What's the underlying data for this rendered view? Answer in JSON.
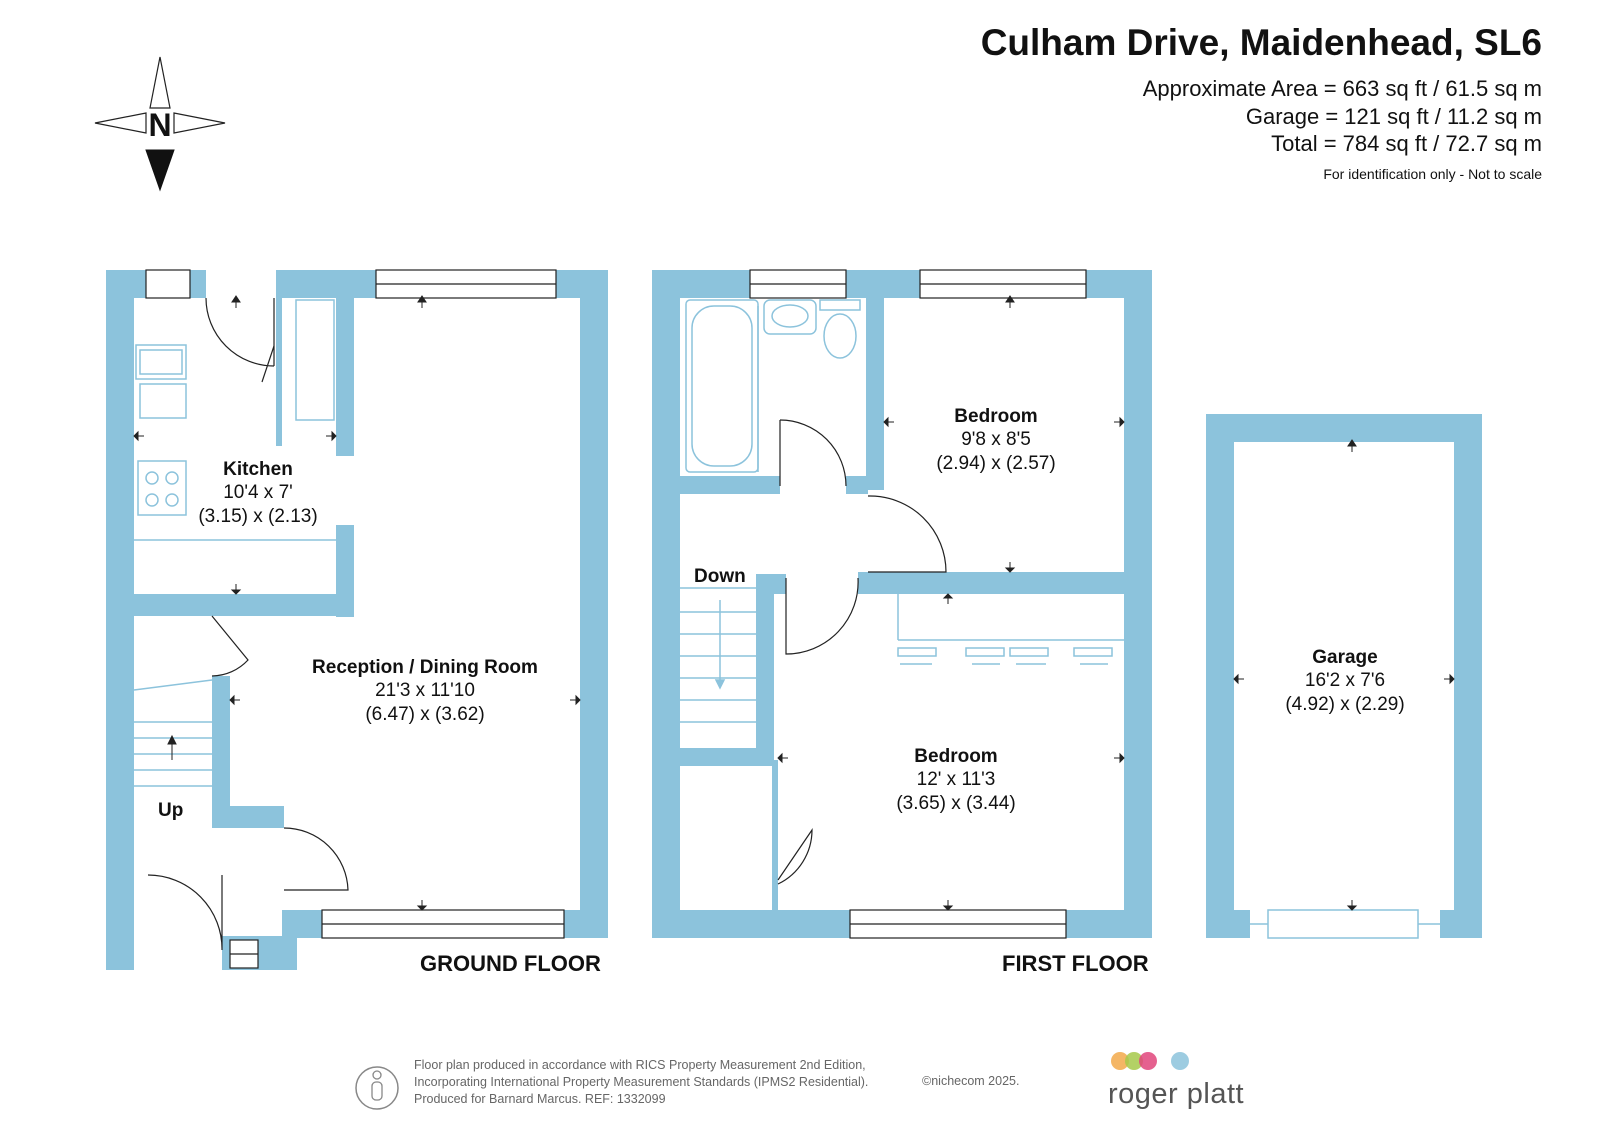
{
  "header": {
    "title": "Culham Drive, Maidenhead, SL6",
    "area_lines": [
      "Approximate Area = 663 sq ft / 61.5 sq m",
      "Garage = 121 sq ft / 11.2 sq m",
      "Total = 784 sq ft / 72.7 sq m"
    ],
    "note": "For identification only - Not to scale"
  },
  "compass": {
    "label": "N"
  },
  "colors": {
    "wall": "#8cc3dc",
    "fixture": "#8cc3dc",
    "text": "#111111"
  },
  "rooms": {
    "kitchen": {
      "name": "Kitchen",
      "dim_imperial": "10'4 x 7'",
      "dim_metric": "(3.15) x (2.13)"
    },
    "reception": {
      "name": "Reception / Dining Room",
      "dim_imperial": "21'3 x 11'10",
      "dim_metric": "(6.47) x (3.62)"
    },
    "bedroom1": {
      "name": "Bedroom",
      "dim_imperial": "9'8 x 8'5",
      "dim_metric": "(2.94) x (2.57)"
    },
    "bedroom2": {
      "name": "Bedroom",
      "dim_imperial": "12' x 11'3",
      "dim_metric": "(3.65) x (3.44)"
    },
    "garage": {
      "name": "Garage",
      "dim_imperial": "16'2 x 7'6",
      "dim_metric": "(4.92) x (2.29)"
    }
  },
  "stairs": {
    "up": "Up",
    "down": "Down"
  },
  "floors": {
    "ground": "GROUND FLOOR",
    "first": "FIRST FLOOR"
  },
  "footer": {
    "lines": [
      "Floor plan produced in accordance with RICS Property Measurement 2nd Edition,",
      "Incorporating International Property Measurement Standards (IPMS2 Residential).",
      "Produced for Barnard Marcus.   REF: 1332099"
    ],
    "copyright": "©nichecom 2025.",
    "logo_text": "roger platt",
    "logo_colors": [
      "#f2a94a",
      "#a6c94a",
      "#e0457b",
      "#8cc3dc"
    ]
  }
}
